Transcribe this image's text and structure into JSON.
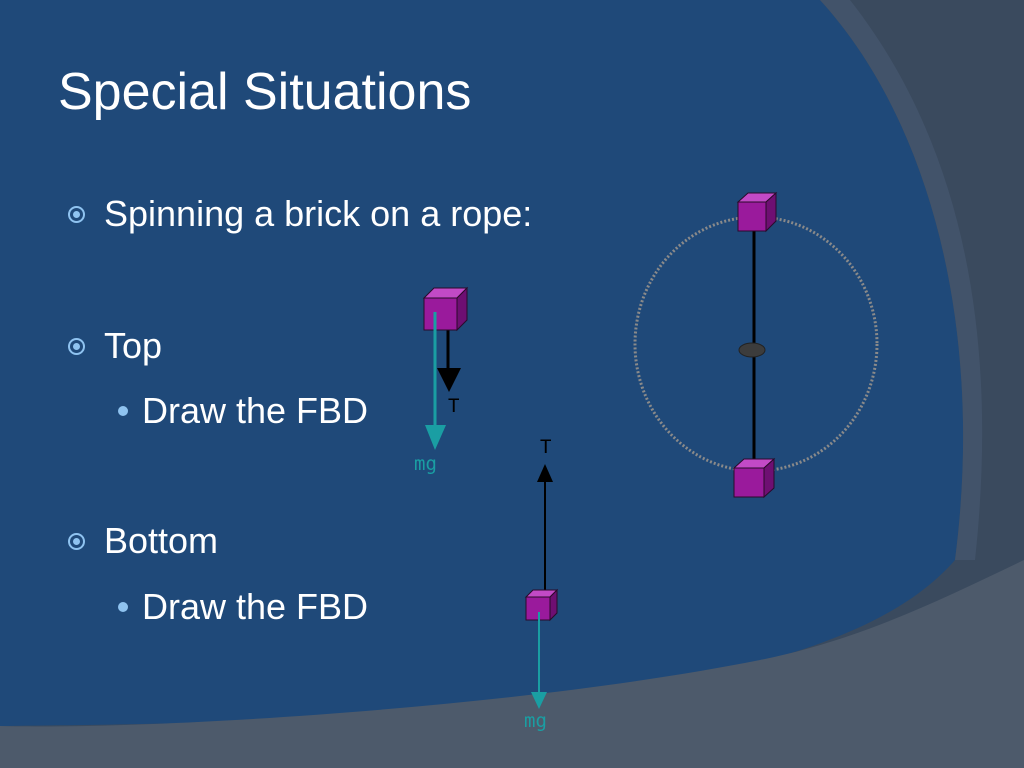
{
  "slide": {
    "title": "Special Situations",
    "bullets": [
      {
        "text": "Spinning a brick on a rope:"
      },
      {
        "text": "Top"
      },
      {
        "text": "Draw the FBD"
      },
      {
        "text": "Bottom"
      },
      {
        "text": "Draw the FBD"
      }
    ]
  },
  "diagram": {
    "top_fbd": {
      "tension_label": "T",
      "weight_label": "mg"
    },
    "bottom_fbd": {
      "tension_label": "T",
      "weight_label": "mg"
    }
  },
  "colors": {
    "background": "#1f4979",
    "corner_dark": "#3a4a5e",
    "corner_light": "#4d5a6b",
    "text": "#ffffff",
    "bullet_marker": "#8fc3f0",
    "brick_face": "#9a1a9c",
    "brick_top": "#c24ac6",
    "brick_side": "#6e0f72",
    "weight_arrow": "#1a9ea3",
    "tension_arrow": "#000000",
    "circle_path": "#8a8a8a"
  }
}
